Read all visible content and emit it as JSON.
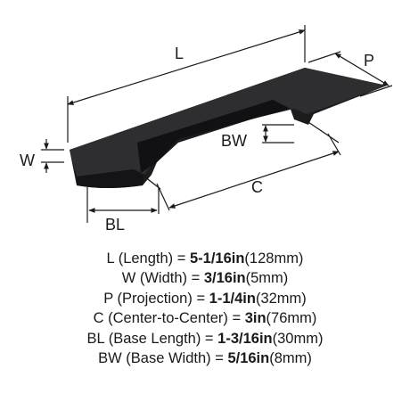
{
  "dimension_letters": {
    "L": "L",
    "P": "P",
    "W": "W",
    "BW": "BW",
    "C": "C",
    "BL": "BL"
  },
  "specs": [
    {
      "label": "L (Length) = ",
      "value": "5-1/16in",
      "metric": "(128mm)"
    },
    {
      "label": "W (Width) = ",
      "value": "3/16in",
      "metric": "(5mm)"
    },
    {
      "label": "P (Projection) = ",
      "value": "1-1/4in",
      "metric": "(32mm)"
    },
    {
      "label": "C (Center-to-Center) = ",
      "value": "3in",
      "metric": "(76mm)"
    },
    {
      "label": "BL (Base Length) = ",
      "value": "1-3/16in",
      "metric": "(30mm)"
    },
    {
      "label": "BW (Base Width) = ",
      "value": "5/16in",
      "metric": "(8mm)"
    }
  ],
  "colors": {
    "handle": "#1c1c1e",
    "handle_top": "#2e2e31",
    "line": "#1a1a1a"
  }
}
